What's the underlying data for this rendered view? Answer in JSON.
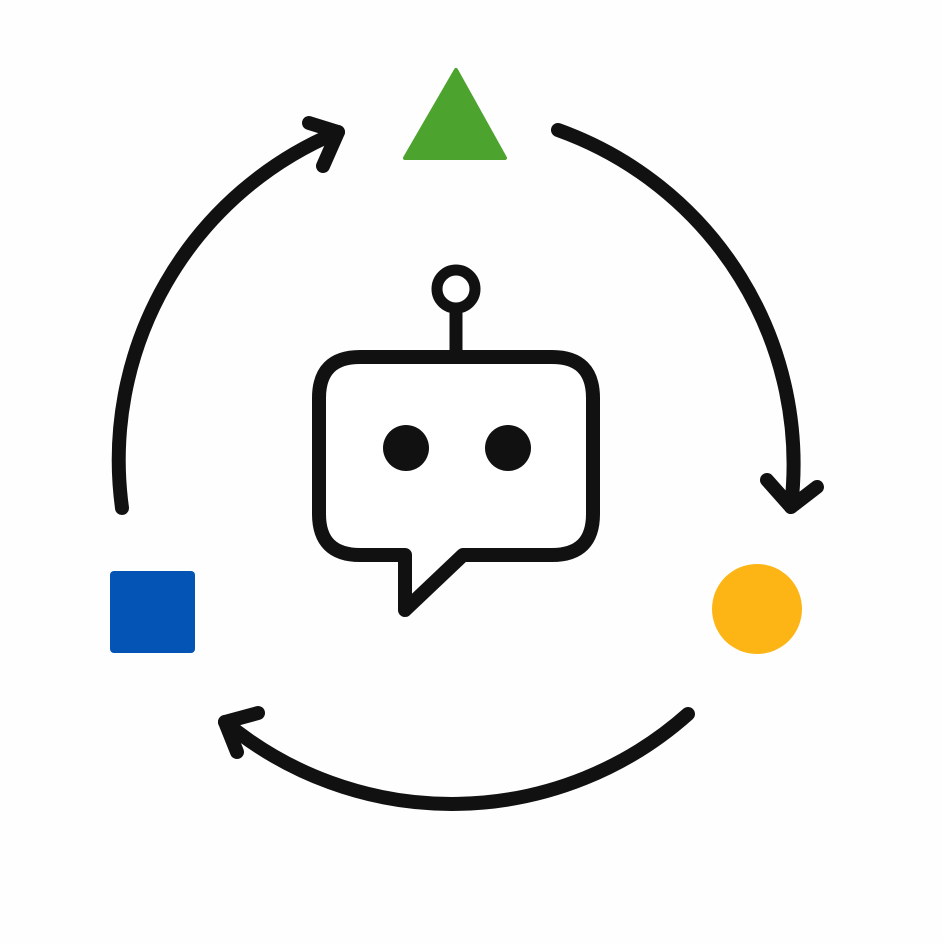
{
  "colors": {
    "background": "#fefefe",
    "stroke": "#111111",
    "triangle": "#4ca32e",
    "circle": "#fdb515",
    "square": "#0454b6"
  },
  "nodes": [
    {
      "shape": "triangle",
      "icon": "green-triangle-icon"
    },
    {
      "shape": "circle",
      "icon": "yellow-circle-icon"
    },
    {
      "shape": "square",
      "icon": "blue-square-icon"
    }
  ],
  "center": {
    "icon": "robot-chat-bubble-icon"
  },
  "cycle": {
    "direction": "clockwise",
    "arrows": 3
  }
}
